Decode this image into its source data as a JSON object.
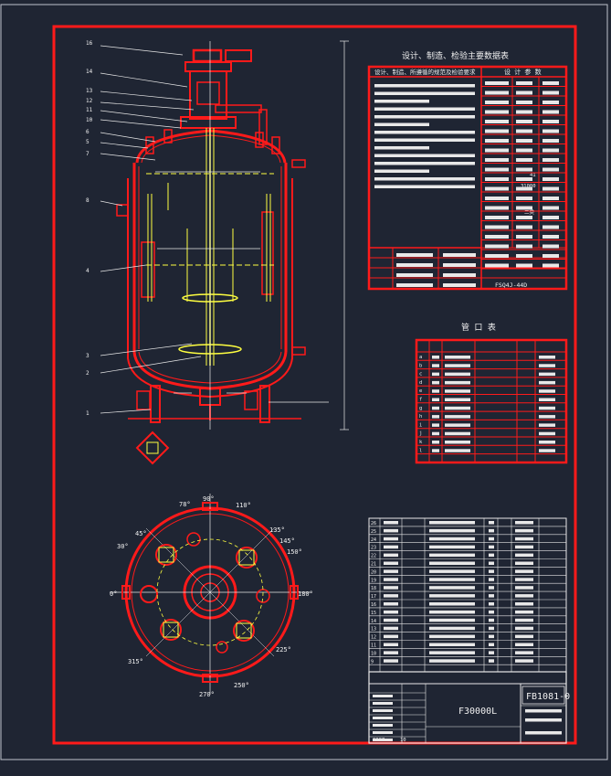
{
  "colors": {
    "background": "#1f2533",
    "frame": "#ff1a1a",
    "lines": "#f2f2f2",
    "highlight": "#ffff33",
    "accent": "#ff3b3b"
  },
  "design_table": {
    "title": "设计、制造、检验主要数据表",
    "left_header": "设计、制造、所遵循的规范及检验要求",
    "right_header": "设 计 参 数",
    "code": "FSQ4J-44D",
    "volume_value": "31000",
    "value_two": "二类",
    "param_value": "41"
  },
  "nozzle_table": {
    "title": "管  口  表",
    "first_col": [
      "a",
      "b",
      "c",
      "d",
      "e",
      "f",
      "g",
      "h",
      "i",
      "j",
      "k",
      "l"
    ]
  },
  "title_block": {
    "drawing_no": "FB1081-0",
    "name": "F30000L",
    "year": "2007",
    "month": "10"
  },
  "bom_rows": [
    "26",
    "25",
    "24",
    "23",
    "22",
    "21",
    "20",
    "19",
    "18",
    "17",
    "16",
    "15",
    "14",
    "13",
    "12",
    "11",
    "10",
    "9"
  ],
  "plan_view": {
    "angles": [
      "90°",
      "110°",
      "135°",
      "145°",
      "150°",
      "180°",
      "225°",
      "250°",
      "270°",
      "315°",
      "30°",
      "45°",
      "78°",
      "0°"
    ]
  },
  "elevation": {
    "callouts": [
      "16",
      "14",
      "13",
      "12",
      "11",
      "10",
      "6",
      "5",
      "7",
      "8",
      "4",
      "3",
      "2",
      "1"
    ]
  }
}
